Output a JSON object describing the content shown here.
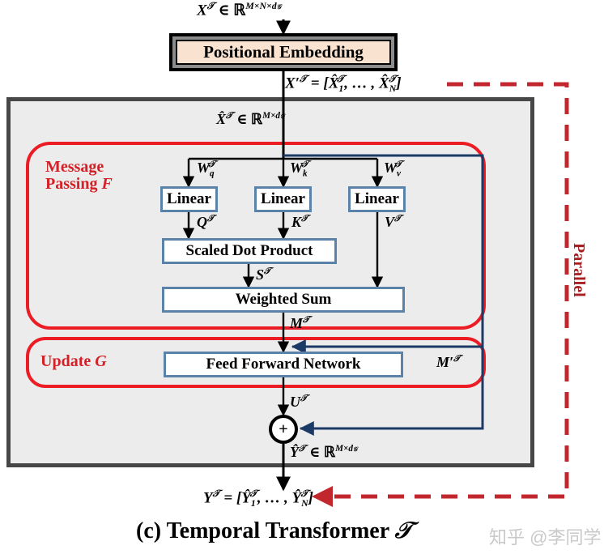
{
  "figure": {
    "caption": "(c) Temporal Transformer",
    "caption_symbol": "𝒯",
    "watermark": "知乎 @李同学",
    "colors": {
      "red": "#ec1c24",
      "red_text": "#d42027",
      "dark_red": "#a81f23",
      "navy": "#1b3a66",
      "box_border": "#5b82a8",
      "container_bg": "#ececec",
      "container_border": "#474747",
      "pos_embed_fill": "#fae2d0",
      "pos_embed_mid": "#8c8c8c"
    }
  },
  "nodes": {
    "positional_embedding": "Positional Embedding",
    "linear_q": "Linear",
    "linear_k": "Linear",
    "linear_v": "Linear",
    "scaled_dot_product": "Scaled Dot Product",
    "weighted_sum": "Weighted Sum",
    "feed_forward_network": "Feed Forward Network",
    "add_operator": "+"
  },
  "groups": {
    "message_passing_line1": "Message",
    "message_passing_line2": "Passing",
    "message_passing_symbol": "F",
    "update_label": "Update",
    "update_symbol": "G",
    "parallel": "Parallel"
  },
  "edge_labels": {
    "input_tensor": {
      "var": "X",
      "sup": "𝒯",
      "rest": " ∈ ℝ",
      "dims": "M×N×d",
      "dims_sub": "𝒢"
    },
    "after_pos_embed": {
      "lhs": "X′",
      "lhs_sup": "𝒯",
      "eq": " = [X̂",
      "sub1": "1",
      "sup1": "𝒯",
      "mid": ", … , X̂",
      "subN": "N",
      "supN": "𝒯",
      "close": "]"
    },
    "x_hat": {
      "var": "X̂",
      "sup": "𝒯",
      "rest": " ∈ ℝ",
      "dims": "M×d",
      "dims_sub": "𝒢"
    },
    "w_q": {
      "base": "W",
      "sub": "q",
      "sup": "𝒯"
    },
    "w_k": {
      "base": "W",
      "sub": "k",
      "sup": "𝒯"
    },
    "w_v": {
      "base": "W",
      "sub": "v",
      "sup": "𝒯"
    },
    "q": {
      "base": "Q",
      "sup": "𝒯"
    },
    "k": {
      "base": "K",
      "sup": "𝒯"
    },
    "v": {
      "base": "V",
      "sup": "𝒯"
    },
    "s": {
      "base": "S",
      "sup": "𝒯"
    },
    "m": {
      "base": "M",
      "sup": "𝒯"
    },
    "m_prime": {
      "base": "M′",
      "sup": "𝒯"
    },
    "u": {
      "base": "U",
      "sup": "𝒯"
    },
    "y_hat": {
      "var": "Ŷ",
      "sup": "𝒯",
      "rest": " ∈ ℝ",
      "dims": "M×d",
      "dims_sub": "𝒢"
    },
    "output_tensor": {
      "lhs": "Y",
      "lhs_sup": "𝒯",
      "eq": " = [Ŷ",
      "sub1": "1",
      "sup1": "𝒯",
      "mid": ", … , Ŷ",
      "subN": "N",
      "supN": "𝒯",
      "close": "]"
    }
  }
}
